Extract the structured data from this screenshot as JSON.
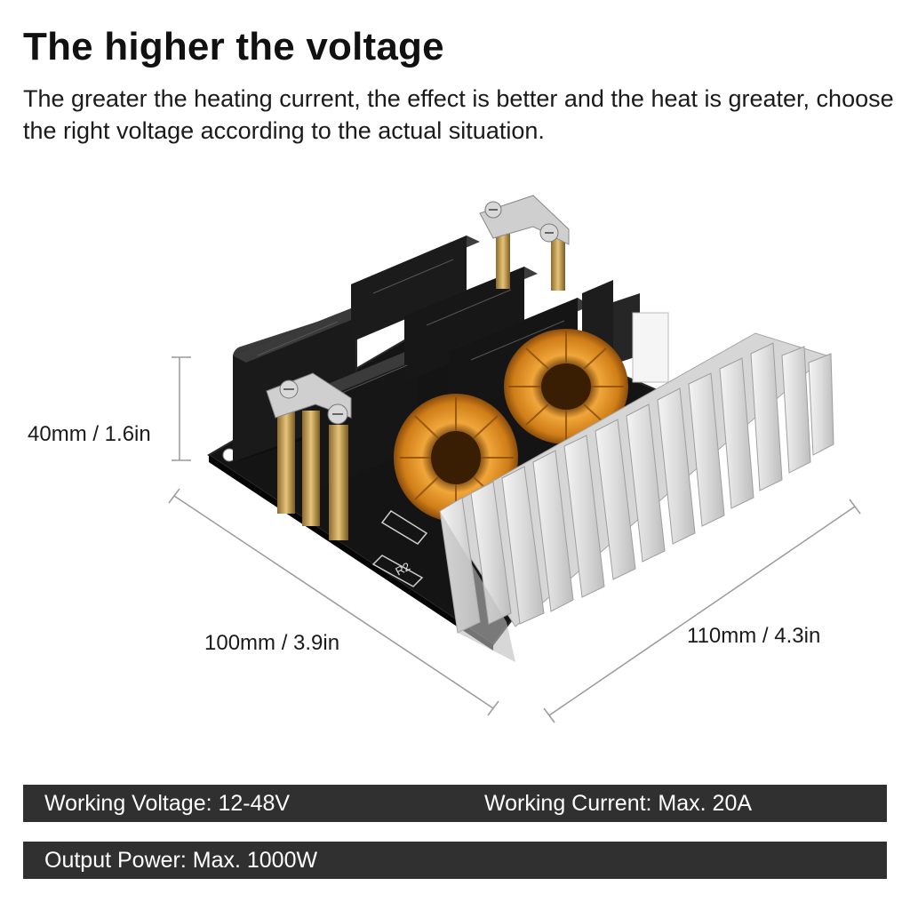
{
  "header": {
    "title": "The higher the voltage",
    "subtitle": "The greater the heating current, the effect is better and the heat is greater, choose the right voltage according to the actual situation."
  },
  "product_image": {
    "icon": "zvs-induction-heating-board-illustration",
    "board_labels": [
      "R2"
    ]
  },
  "dimensions": {
    "height": "40mm / 1.6in",
    "length": "100mm / 3.9in",
    "width": "110mm / 4.3in"
  },
  "specs": {
    "voltage": "Working Voltage: 12-48V",
    "current": "Working Current: Max. 20A",
    "power": "Output Power: Max. 1000W"
  },
  "colors": {
    "spec_bar": "#303030",
    "pcb": "#111111",
    "copper_coil": "#d9891e",
    "heatsink": "#e6e6e6"
  }
}
